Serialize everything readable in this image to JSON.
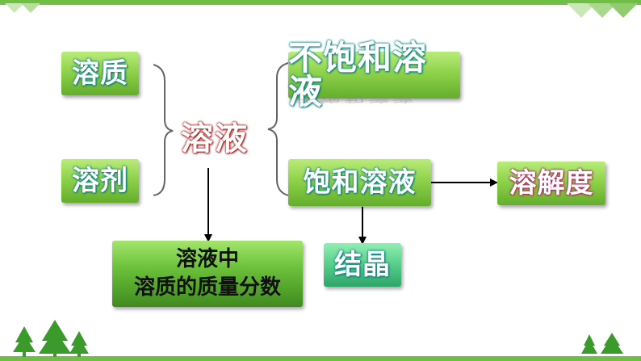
{
  "concepts": {
    "solute": "溶质",
    "solvent": "溶剂",
    "solution": "溶液",
    "unsaturated": "不饱和溶液",
    "saturated": "饱和溶液",
    "solubility": "溶解度",
    "crystallization": "结晶",
    "mass_fraction_line1": "溶液中",
    "mass_fraction_line2": "溶质的质量分数"
  },
  "theme": {
    "bar_color": "#6fbf44",
    "tree_color": "#3a9a2a",
    "solution_text_color": "#b01a1a",
    "glow_color": "#0e8a8a"
  }
}
